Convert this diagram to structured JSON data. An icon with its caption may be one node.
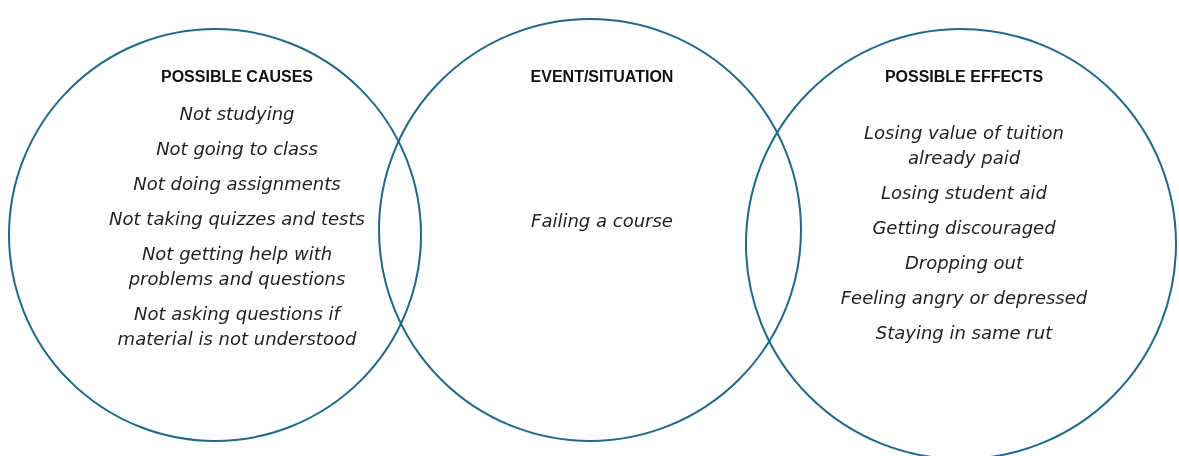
{
  "diagram": {
    "nodes": [
      {
        "text": [
          "POSSIBLE CAUSES",
          "Not studying",
          "Not going to class",
          "Not doing assignments",
          "Not taking quizzes and tests",
          "Not getting help with problems and questions",
          "Not asking questions if material is not understood"
        ]
      },
      {
        "text": [
          "EVENT/SITUATION",
          "Failing a course"
        ]
      },
      {
        "text": [
          "POSSIBLE EFFECTS",
          "Losing value of tuition already paid",
          "Losing student aid",
          "Getting discouraged",
          "Dropping out",
          "Feeling angry or depressed",
          "Staying in same rut"
        ]
      }
    ]
  }
}
